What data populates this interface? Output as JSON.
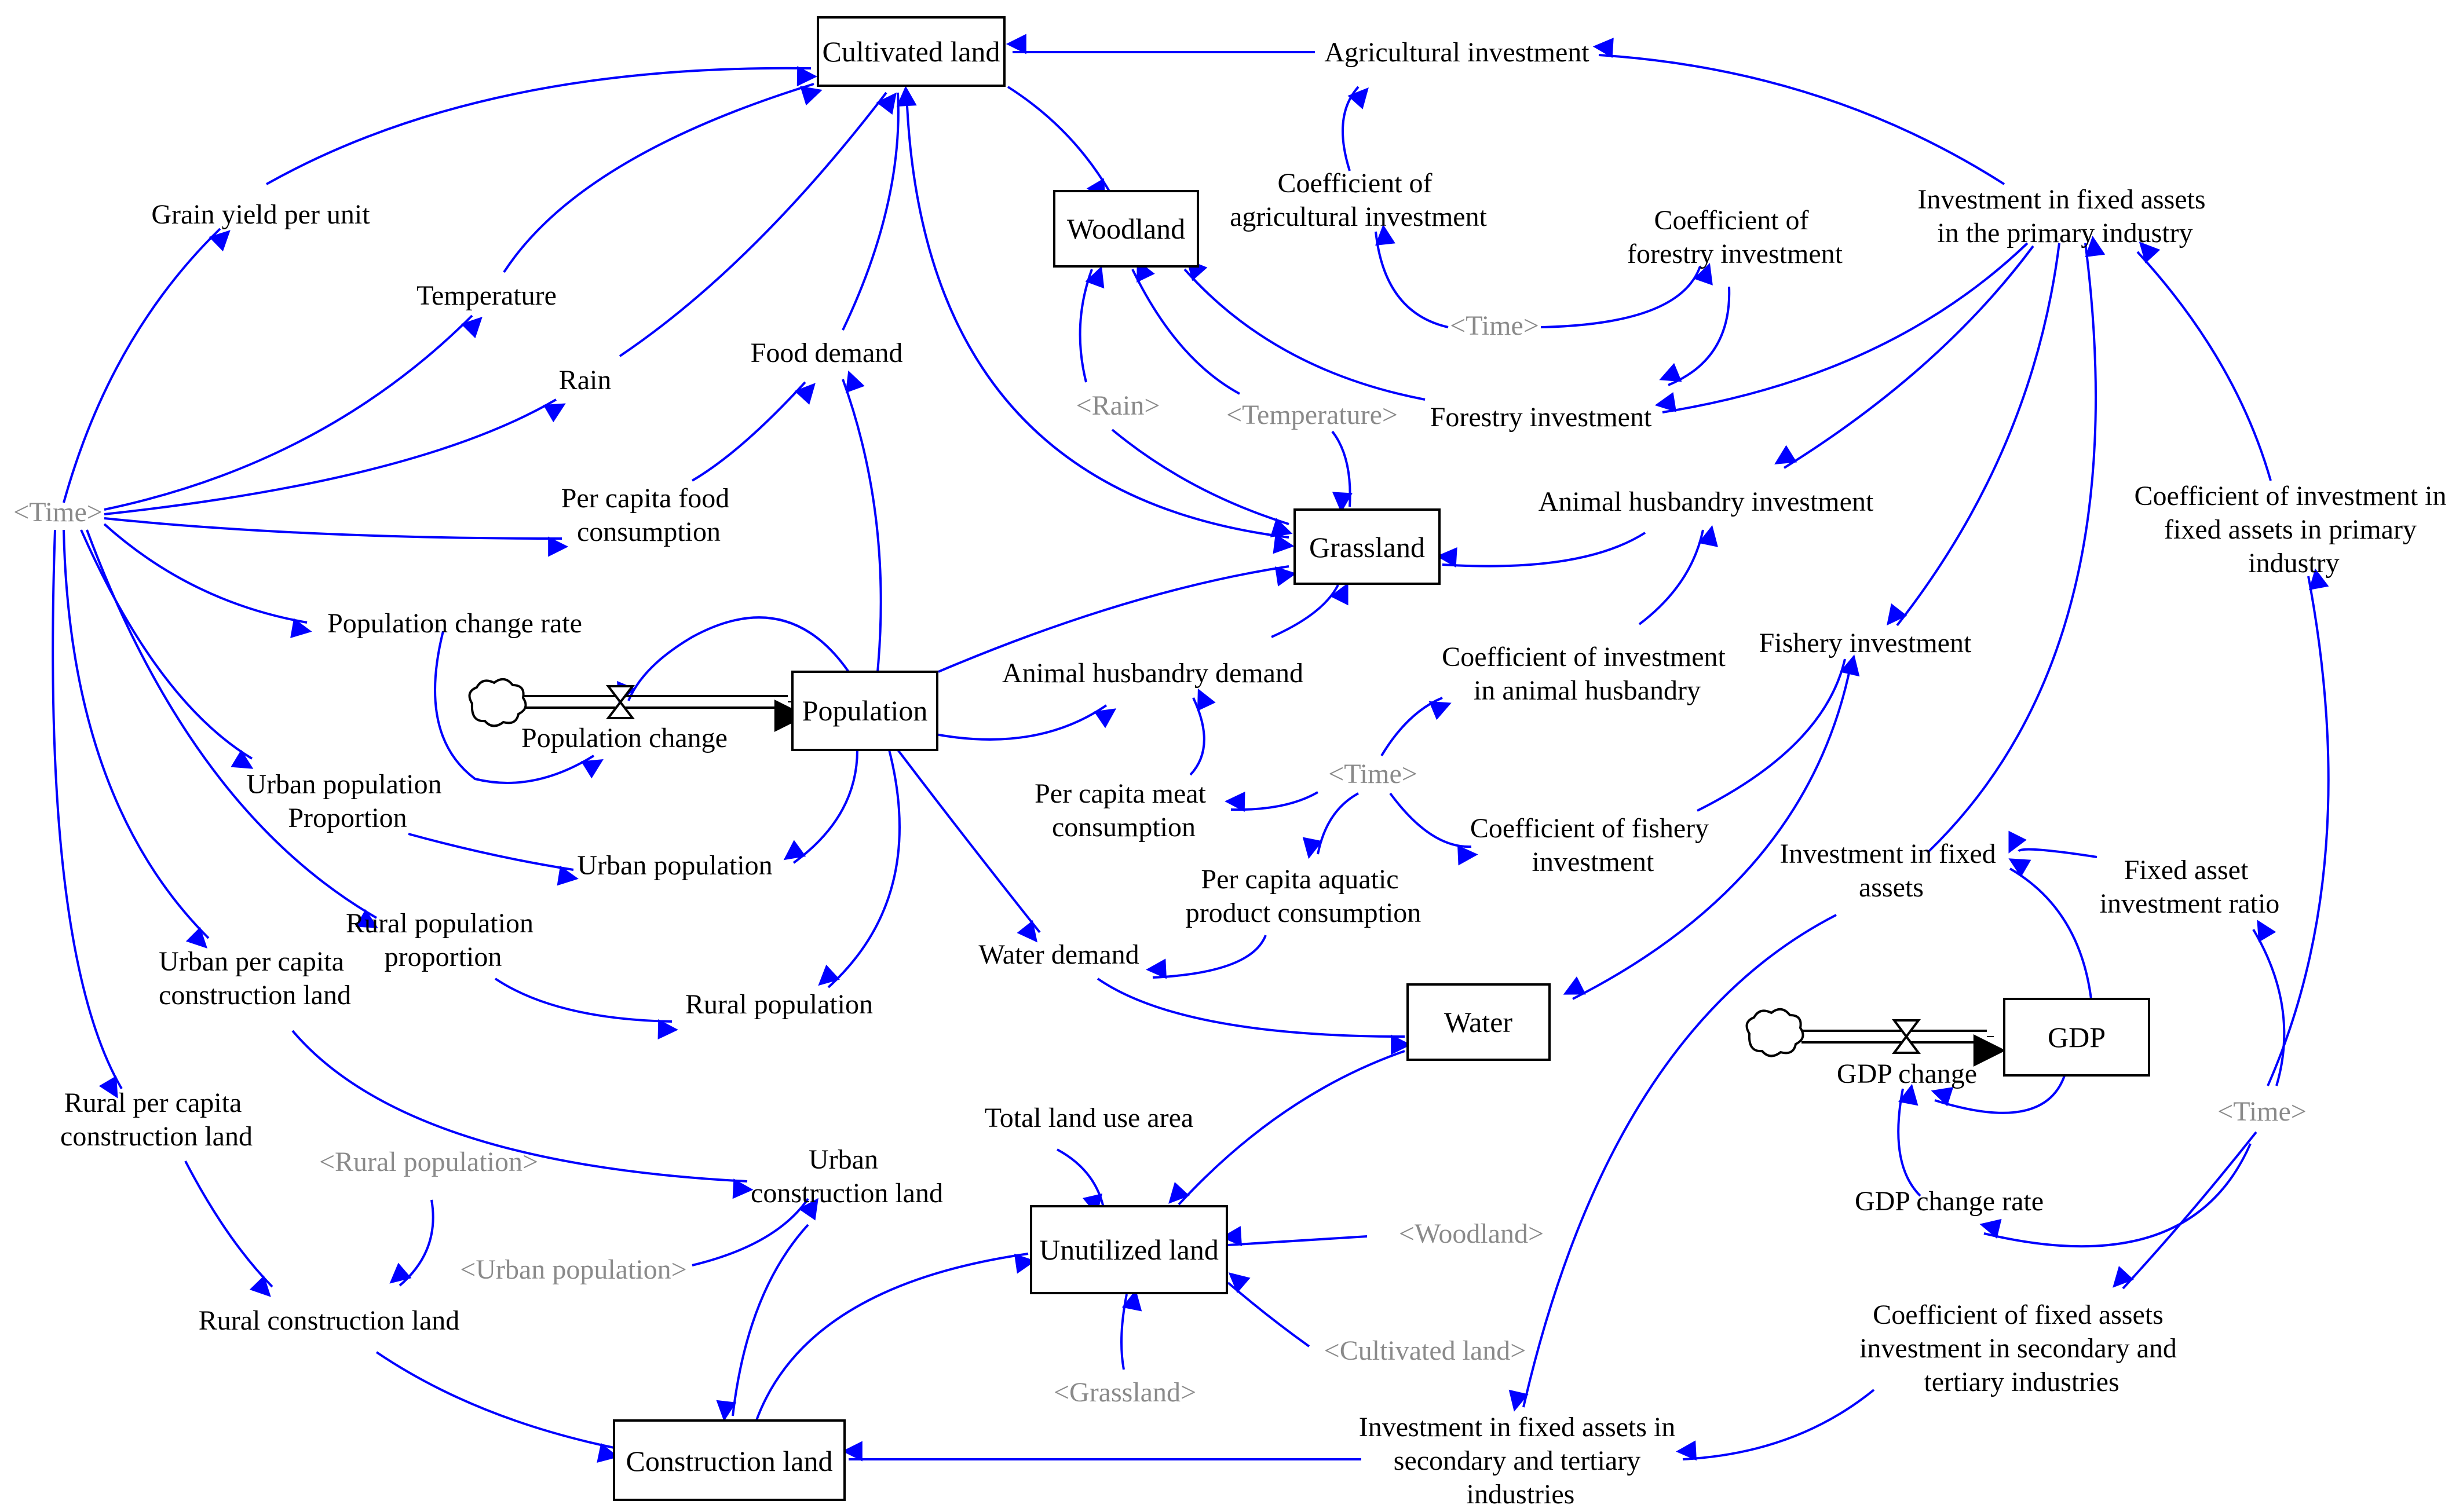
{
  "colors": {
    "link": "#0000ff",
    "text": "#000000",
    "shadow": "#8a8a8a",
    "stock_border": "#000000"
  },
  "stocks": {
    "cultivated_land": "Cultivated land",
    "woodland": "Woodland",
    "grassland": "Grassland",
    "population": "Population",
    "water": "Water",
    "gdp": "GDP",
    "unutilized_land": "Unutilized land",
    "construction_land": "Construction land"
  },
  "variables": {
    "agricultural_investment": "Agricultural investment",
    "coef_agri_inv": [
      "Coefficient of",
      "agricultural investment"
    ],
    "coef_forestry_inv": [
      "Coefficient of",
      "forestry investment"
    ],
    "inv_primary": [
      "Investment in fixed assets",
      "in the primary industry"
    ],
    "grain_yield": "Grain yield per unit",
    "temperature": "Temperature",
    "rain": "Rain",
    "food_demand": "Food demand",
    "per_capita_food": [
      "Per capita food",
      "consumption"
    ],
    "forestry_investment": "Forestry investment",
    "animal_husbandry_investment": "Animal husbandry investment",
    "coef_inv_primary": [
      "Coefficient of investment in",
      "fixed assets in primary",
      "industry"
    ],
    "population_change_rate": "Population change rate",
    "animal_husbandry_demand": "Animal husbandry demand",
    "coef_inv_animal": [
      "Coefficient of investment",
      "in animal husbandry"
    ],
    "fishery_investment": "Fishery investment",
    "population_change": "Population change",
    "urban_pop_proportion": [
      "Urban population",
      "Proportion"
    ],
    "per_capita_meat": [
      "Per capita meat",
      "consumption"
    ],
    "coef_fishery": [
      "Coefficient of fishery",
      "investment"
    ],
    "inv_fixed_assets": [
      "Investment in fixed",
      "assets"
    ],
    "fixed_asset_ratio": [
      "Fixed asset",
      "investment ratio"
    ],
    "urban_population": "Urban population",
    "per_capita_aquatic": [
      "Per capita aquatic",
      "product consumption"
    ],
    "rural_pop_proportion": [
      "Rural population",
      "proportion"
    ],
    "urban_pc_construction": [
      "Urban per capita",
      "construction land"
    ],
    "water_demand": "Water demand",
    "rural_population": "Rural population",
    "gdp_change": "GDP change",
    "rural_pc_construction": [
      "Rural per capita",
      "construction land"
    ],
    "total_land_use_area": "Total land use area",
    "urban_construction_land": [
      "Urban",
      "construction land"
    ],
    "gdp_change_rate": "GDP change rate",
    "rural_construction_land": "Rural construction land",
    "coef_fixed_secondary": [
      "Coefficient of fixed assets",
      "investment in secondary and",
      "tertiary industries"
    ],
    "inv_secondary_tertiary": [
      "Investment in fixed assets in",
      "secondary and tertiary",
      "industries"
    ]
  },
  "shadow_variables": {
    "time_left": "<Time>",
    "time_top": "<Time>",
    "time_mid": "<Time>",
    "time_right": "<Time>",
    "rain": "<Rain>",
    "temperature": "<Temperature>",
    "rural_population": "<Rural population>",
    "urban_population": "<Urban population>",
    "woodland": "<Woodland>",
    "cultivated_land": "<Cultivated land>",
    "grassland": "<Grassland>"
  }
}
